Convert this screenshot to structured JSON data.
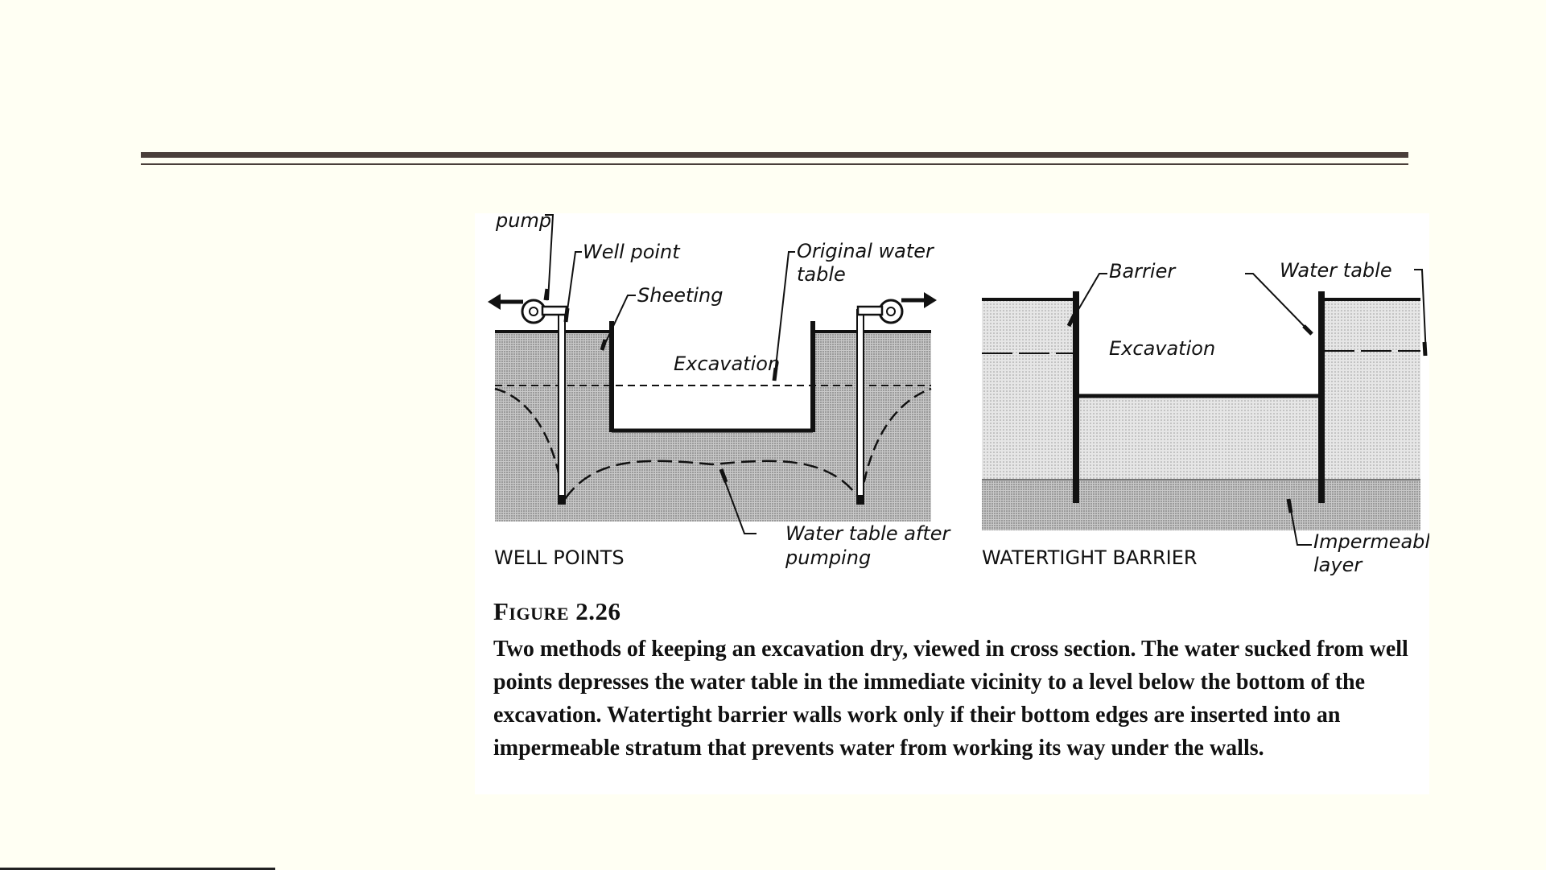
{
  "colors": {
    "background": "#fffff3",
    "rule": "#4a3f3a",
    "ink": "#111111",
    "soil_light": "#dcdcdc",
    "soil_dark": "#b8b8b8"
  },
  "well_points": {
    "labels": {
      "pump": "pump",
      "well_point": "Well point",
      "original_water_table_1": "Original water",
      "original_water_table_2": "table",
      "sheeting": "Sheeting",
      "excavation": "Excavation",
      "after_pumping_1": "Water table after",
      "after_pumping_2": "pumping"
    },
    "caption": "WELL POINTS"
  },
  "watertight_barrier": {
    "labels": {
      "barrier": "Barrier",
      "water_table": "Water table",
      "excavation": "Excavation",
      "impermeable_1": "Impermeable",
      "impermeable_2": "layer"
    },
    "caption": "WATERTIGHT BARRIER"
  },
  "figure": {
    "title": "Figure 2.26",
    "text": "Two methods of keeping an excavation dry, viewed in cross section. The water sucked from well points depresses the water table in the immediate vicinity to a level below the bottom of the excavation. Watertight barrier walls work only if their bottom edges are inserted into an impermeable stratum that prevents water from working its way under the walls."
  }
}
